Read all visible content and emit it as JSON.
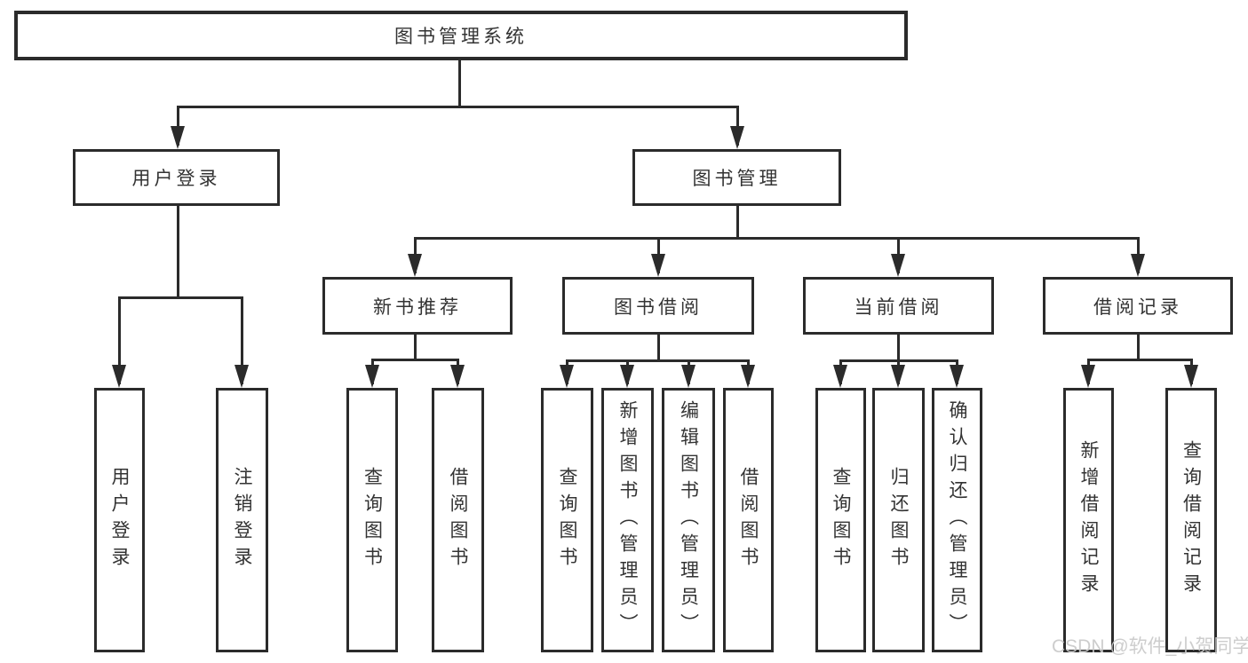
{
  "title": "图书管理系统",
  "colors": {
    "line": "#2b2b2b",
    "text": "#333333",
    "background": "#ffffff",
    "watermark": "#c9c9c9"
  },
  "watermark": "CSDN @软件_小贺同学",
  "nodes": {
    "root": {
      "label": "图书管理系统"
    },
    "user_login": {
      "label": "用户登录"
    },
    "book_mgmt": {
      "label": "图书管理"
    },
    "new_book_rec": {
      "label": "新书推荐"
    },
    "book_borrow": {
      "label": "图书借阅"
    },
    "current_borrow": {
      "label": "当前借阅"
    },
    "borrow_records": {
      "label": "借阅记录"
    },
    "leaf_user_login": {
      "label": "用户登录"
    },
    "leaf_logout": {
      "label": "注销登录"
    },
    "rec_query": {
      "label": "查询图书"
    },
    "rec_borrow": {
      "label": "借阅图书"
    },
    "bb_query": {
      "label": "查询图书"
    },
    "bb_add": {
      "label": "新增图书（管理员）"
    },
    "bb_edit": {
      "label": "编辑图书（管理员）"
    },
    "bb_borrow": {
      "label": "借阅图书"
    },
    "cb_query": {
      "label": "查询图书"
    },
    "cb_return": {
      "label": "归还图书"
    },
    "cb_confirm": {
      "label": "确认归还（管理员）"
    },
    "br_add": {
      "label": "新增借阅记录"
    },
    "br_query": {
      "label": "查询借阅记录"
    }
  },
  "hierarchy": {
    "图书管理系统": {
      "用户登录": [
        "用户登录",
        "注销登录"
      ],
      "图书管理": {
        "新书推荐": [
          "查询图书",
          "借阅图书"
        ],
        "图书借阅": [
          "查询图书",
          "新增图书（管理员）",
          "编辑图书（管理员）",
          "借阅图书"
        ],
        "当前借阅": [
          "查询图书",
          "归还图书",
          "确认归还（管理员）"
        ],
        "借阅记录": [
          "新增借阅记录",
          "查询借阅记录"
        ]
      }
    }
  }
}
